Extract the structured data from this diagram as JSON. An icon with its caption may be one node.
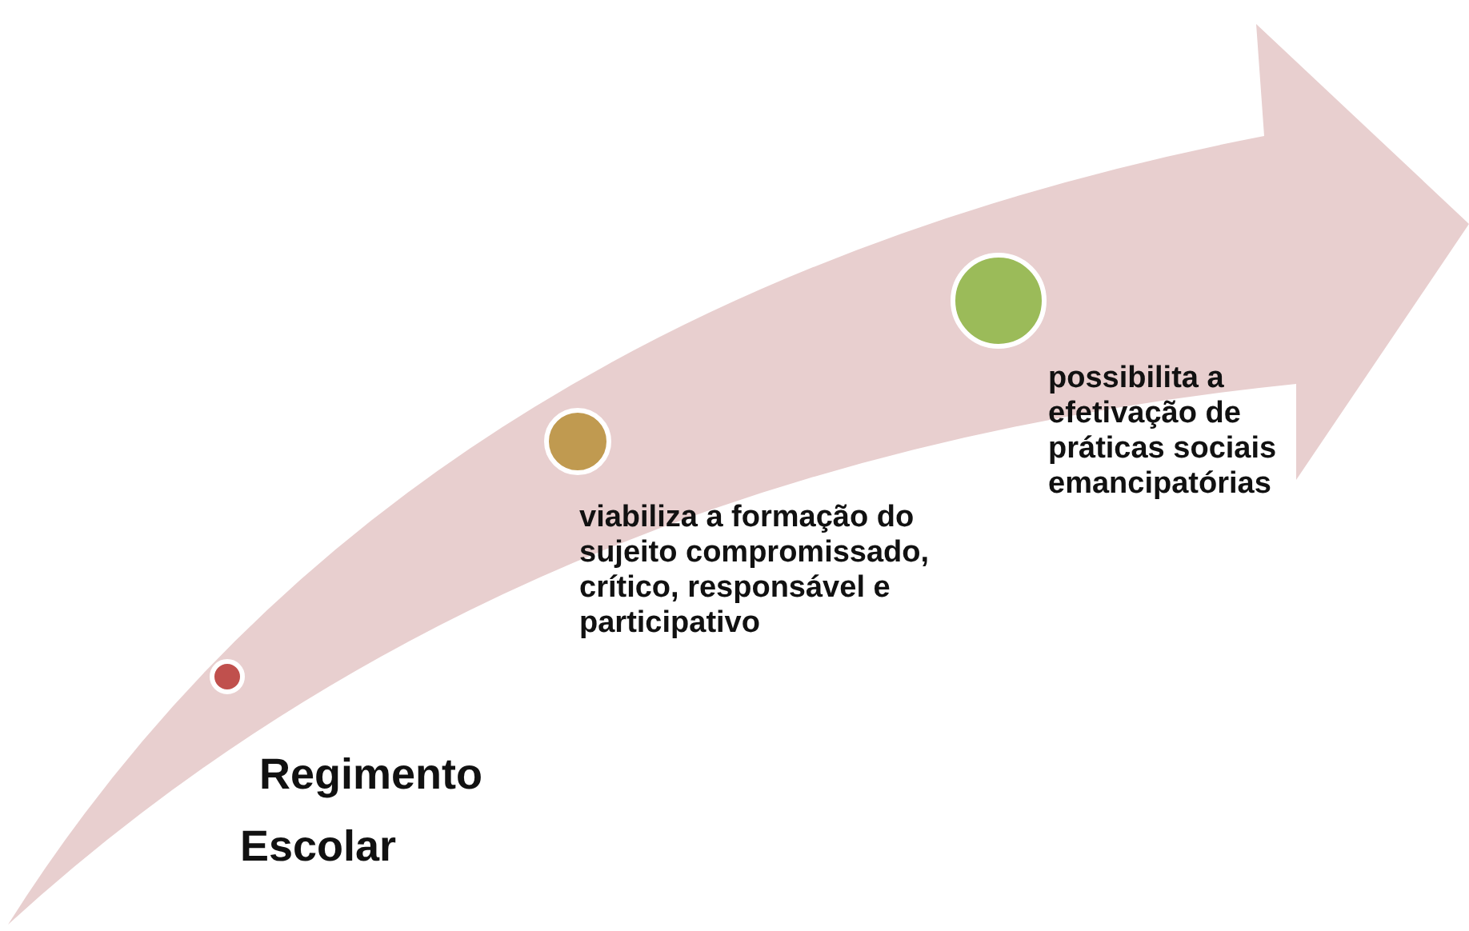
{
  "diagram": {
    "nodes": [
      {
        "text": [],
        "shape": "circle",
        "beside": [
          "Regimento Escolar"
        ]
      },
      {
        "text": [],
        "shape": "circle",
        "beside": [
          "viabiliza a formação do sujeito compromissado, crítico, responsável e participativo"
        ]
      },
      {
        "text": [],
        "shape": "circle",
        "beside": [
          "possibilita a efetivação de práticas sociais emancipatórias"
        ]
      }
    ]
  }
}
